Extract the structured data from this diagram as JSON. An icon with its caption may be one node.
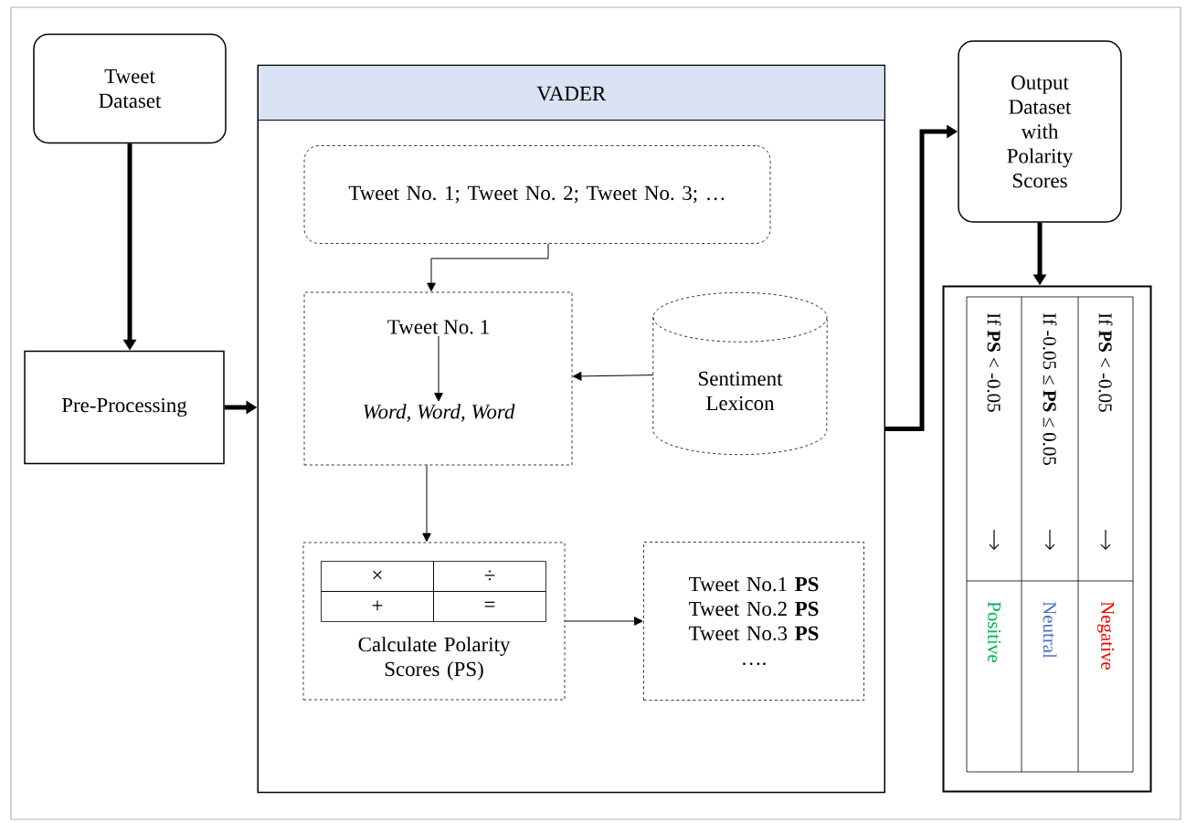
{
  "diagram": {
    "nodes": [
      {
        "text": [
          "Tweet Dataset"
        ]
      },
      {
        "text": [
          "Pre-Processing"
        ]
      },
      {
        "text": [
          "VADER"
        ]
      },
      {
        "text": [
          "Tweet No. 1; Tweet No. 2; Tweet No. 3; …"
        ],
        "in": 2
      },
      {
        "text": [],
        "shape": "box",
        "in": 2
      },
      {
        "text": [
          "Tweet No. 1"
        ],
        "in": 4
      },
      {
        "text": [
          "Word, Word, Word"
        ],
        "in": 4
      },
      {
        "text": [
          "Sentiment Lexicon"
        ],
        "in": 2
      },
      {
        "text": [
          "Calculate Polarity Scores (PS)"
        ],
        "in": 2
      },
      {
        "text": [
          "Tweet No.1 **PS**",
          "Tweet No.2 **PS**",
          "Tweet No.3 **PS**",
          "…."
        ],
        "in": 2
      },
      {
        "text": [
          "Output Dataset with Polarity Scores"
        ]
      },
      {
        "text": [],
        "shape": "box"
      }
    ],
    "edges": [
      {
        "from": 0,
        "to": 1,
        "arrow": "to",
        "style": "thick"
      },
      {
        "from": 1,
        "to": 2,
        "arrow": "to",
        "style": "thick"
      },
      {
        "from": 3,
        "to": 4,
        "arrow": "to"
      },
      {
        "from": 5,
        "to": 6,
        "arrow": "to"
      },
      {
        "from": 7,
        "to": 4,
        "arrow": "to"
      },
      {
        "from": 4,
        "to": 8,
        "arrow": "to"
      },
      {
        "from": 8,
        "to": 9,
        "arrow": "to"
      },
      {
        "from": 2,
        "to": 10,
        "arrow": "to",
        "style": "thick"
      },
      {
        "from": 10,
        "to": 11,
        "arrow": "to",
        "style": "thick"
      }
    ],
    "labels": [
      "×",
      "÷",
      "+",
      "=",
      "If **PS** < -0.05",
      "If -0.05 ≤ **PS** ≤ 0.05",
      "If **PS** < -0.05",
      "Positive",
      "Neutral",
      "Negative"
    ]
  }
}
